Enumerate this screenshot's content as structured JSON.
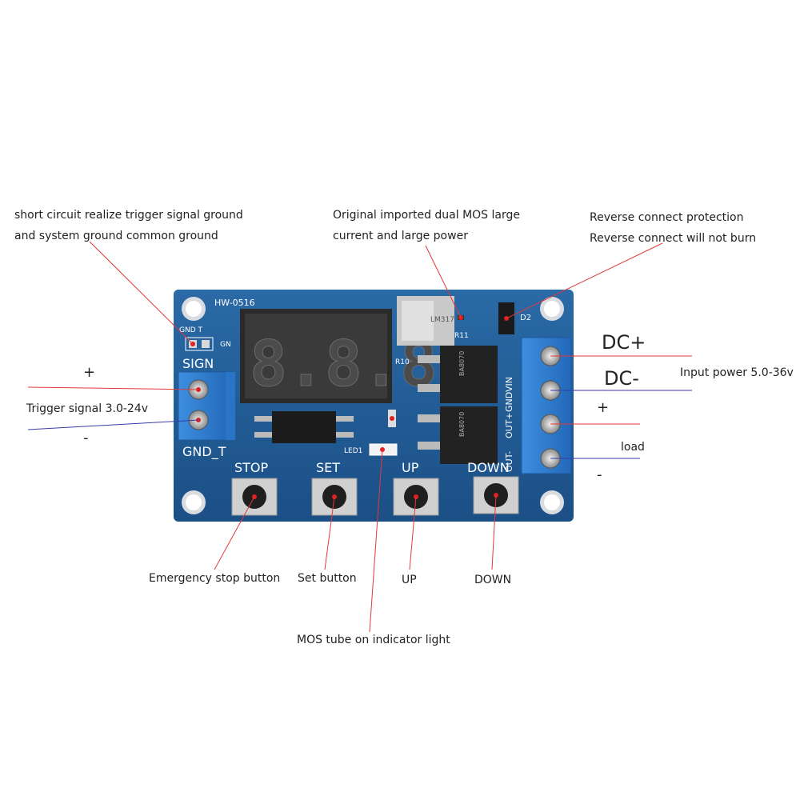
{
  "annotations": {
    "short_circuit": [
      "short circuit realize trigger signal ground",
      "and system ground common ground"
    ],
    "mos": [
      "Original imported dual MOS large",
      "current and large power"
    ],
    "reverse": [
      "Reverse connect protection",
      "Reverse connect will not burn"
    ],
    "trigger_plus": "+",
    "trigger_signal": "Trigger signal 3.0-24v",
    "trigger_minus": "-",
    "dc_plus": "DC+",
    "dc_minus": "DC-",
    "input_power": "Input power 5.0-36v",
    "load_plus": "+",
    "load": "load",
    "load_minus": "-",
    "stop_button": "Emergency stop button",
    "set_button": "Set button",
    "up_button": "UP",
    "down_button": "DOWN",
    "mos_light": "MOS tube on indicator light"
  },
  "board": {
    "model": "HW-0516",
    "display": "8.8.8.",
    "sign_label": "SIGN",
    "gnd_t_label": "GND_T",
    "gnd_t_small": "GND T",
    "gn": "GN",
    "buttons": [
      "STOP",
      "SET",
      "UP",
      "DOWN"
    ],
    "terminals_right": [
      "VIN",
      "GND",
      "OUT+",
      "OUT-"
    ],
    "r10": "R10",
    "r11": "R11",
    "d2": "D2",
    "led1": "LED1",
    "mos_chip": "BA8070",
    "reg_chip": "LM317",
    "colors": {
      "pcb": "#1f5a92",
      "terminal": "#2f7fd0",
      "leader": "#e23a3a",
      "leader_blue": "#3a3aa8"
    }
  }
}
